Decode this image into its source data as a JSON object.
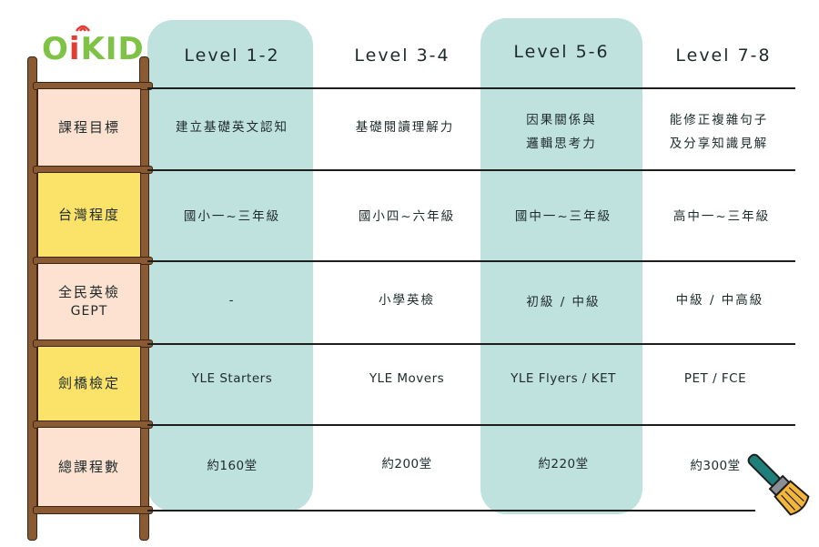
{
  "logo": {
    "text_o": "O",
    "text_i": "i",
    "text_rest": "KID"
  },
  "levels": [
    "Level 1-2",
    "Level 3-4",
    "Level 5-6",
    "Level 7-8"
  ],
  "rows": [
    {
      "label": "課程目標",
      "sub": "",
      "values": [
        "建立基礎英文認知",
        "基礎閱讀理解力",
        "因果關係與\n邏輯思考力",
        "能修正複雜句子\n及分享知識見解"
      ]
    },
    {
      "label": "台灣程度",
      "sub": "",
      "values": [
        "國小一~三年級",
        "國小四~六年級",
        "國中一~三年級",
        "高中一~三年級"
      ]
    },
    {
      "label": "全民英檢",
      "sub": "GEPT",
      "values": [
        "-",
        "小學英檢",
        "初級 / 中級",
        "中級 / 中高級"
      ]
    },
    {
      "label": "劍橋檢定",
      "sub": "",
      "values": [
        "YLE Starters",
        "YLE Movers",
        "YLE Flyers / KET",
        "PET / FCE"
      ]
    },
    {
      "label": "總課程數",
      "sub": "",
      "values": [
        "約160堂",
        "約200堂",
        "約220堂",
        "約300堂"
      ]
    }
  ],
  "colors": {
    "highlight": "#bfe2df",
    "peach": "#fde2d2",
    "yellow": "#fbe36a",
    "wood": "#8a5a33",
    "logo_green": "#7ec246",
    "logo_red": "#e53b33"
  }
}
